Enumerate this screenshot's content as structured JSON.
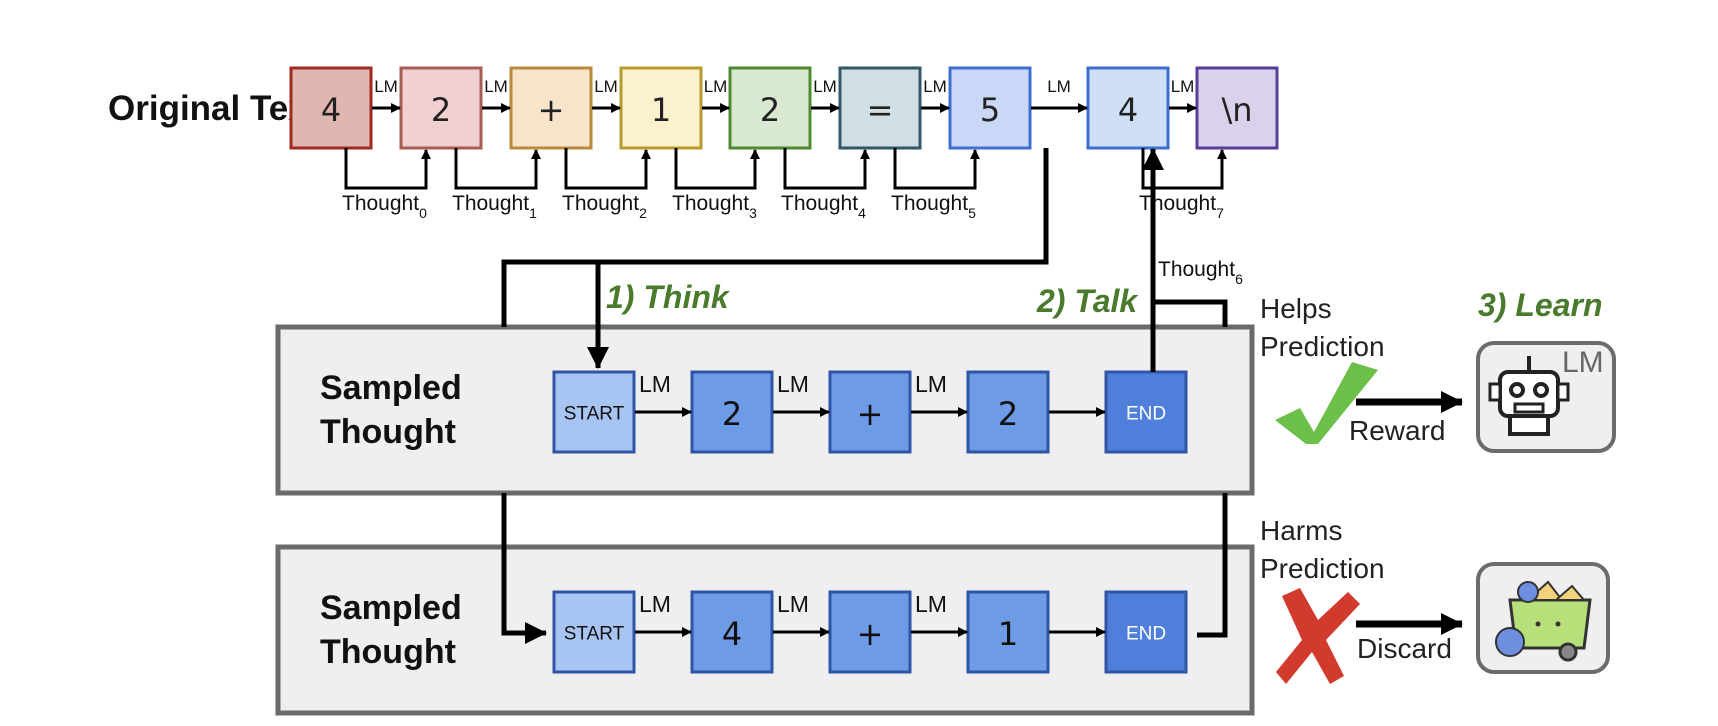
{
  "original_text": {
    "label": "Original Text",
    "tokens": [
      {
        "text": "4",
        "fill": "#dfb6b0",
        "stroke": "#9e2a22"
      },
      {
        "text": "2",
        "fill": "#f0d0d0",
        "stroke": "#a85c53"
      },
      {
        "text": "+",
        "fill": "#f8e3cb",
        "stroke": "#b98a3c"
      },
      {
        "text": "1",
        "fill": "#fbf1cc",
        "stroke": "#b79a2e"
      },
      {
        "text": "2",
        "fill": "#d9e8d0",
        "stroke": "#4f8a32"
      },
      {
        "text": "=",
        "fill": "#d1dee3",
        "stroke": "#2f5868"
      },
      {
        "text": "5",
        "fill": "#c9d8f6",
        "stroke": "#3e6fd0"
      },
      {
        "text": "4",
        "fill": "#cfe0f6",
        "stroke": "#3e6fd0"
      },
      {
        "text": "\\n",
        "fill": "#d9d2ea",
        "stroke": "#5a3d96"
      }
    ],
    "lm_label": "LM",
    "thought_word": "Thought",
    "thought_subscripts": [
      "0",
      "1",
      "2",
      "3",
      "4",
      "5",
      "6",
      "7"
    ]
  },
  "steps": {
    "think": "1) Think",
    "talk": "2) Talk",
    "learn": "3) Learn"
  },
  "sampled_thoughts": [
    {
      "label_line1": "Sampled",
      "label_line2": "Thought",
      "tokens": [
        "START",
        "2",
        "+",
        "2",
        "END"
      ],
      "outcome_line1": "Helps",
      "outcome_line2": "Prediction",
      "action": "Reward",
      "mark_icon": "checkmark-icon",
      "target_icon": "robot-lm-icon"
    },
    {
      "label_line1": "Sampled",
      "label_line2": "Thought",
      "tokens": [
        "START",
        "4",
        "+",
        "1",
        "END"
      ],
      "outcome_line1": "Harms",
      "outcome_line2": "Prediction",
      "action": "Discard",
      "mark_icon": "cross-icon",
      "target_icon": "trash-cart-icon"
    }
  ],
  "robot_label": "LM",
  "colors": {
    "check": "#6cc04a",
    "cross": "#d23a2e",
    "step_green": "#4a7a2c",
    "thought_fill_start": "#a8c4f3",
    "thought_fill_mid": "#6e9be6",
    "thought_fill_end": "#4f7fdb",
    "panel_fill": "#efefef",
    "panel_stroke": "#6b6b6b"
  }
}
